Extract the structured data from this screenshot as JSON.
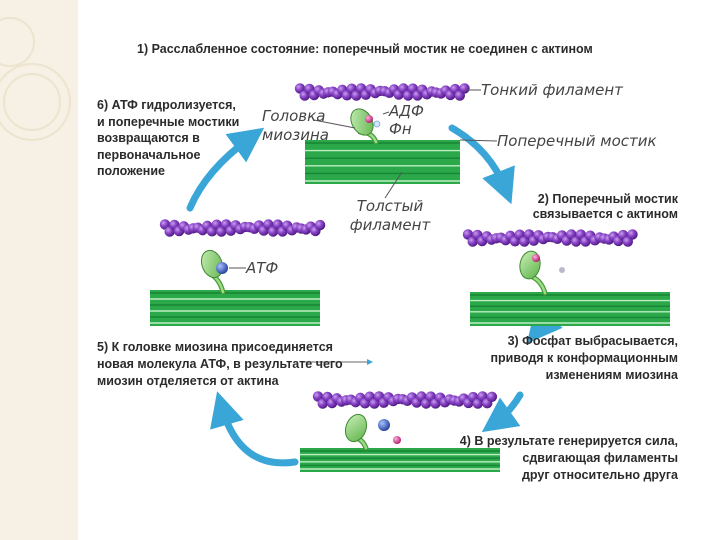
{
  "steps": {
    "s1": "1) Расслабленное состояние: поперечный мостик не соединен с актином",
    "s2": [
      "2) Поперечный мостик",
      "связывается с актином"
    ],
    "s3": [
      "3) Фосфат выбрасывается,",
      "приводя к конформационным",
      "изменениям миозина"
    ],
    "s4": [
      "4) В результате генерируется сила,",
      "сдвигающая филаменты",
      "друг относительно друга"
    ],
    "s5": [
      "5) К головке миозина присоединяется",
      "новая молекула АТФ, в результате чего",
      "миозин отделяется от актина"
    ],
    "s6": [
      "6) АТФ гидролизуется,",
      "и поперечные мостики",
      "возвращаются в",
      "первоначальное",
      "положение"
    ]
  },
  "labels": {
    "thin": "Тонкий филамент",
    "head": [
      "Головка",
      "миозина"
    ],
    "adp": "АДФ",
    "pi": "Фн",
    "cross": "Поперечный мостик",
    "thick": [
      "Толстый",
      "филамент"
    ],
    "atp": "АТФ"
  },
  "colors": {
    "actin": "#7a35b5",
    "filament": "#2aa84a",
    "head": "#8fd07a",
    "arrow": "#3aa6d8",
    "atp": "#3b5fc8",
    "phosphate": "#d8368f"
  }
}
